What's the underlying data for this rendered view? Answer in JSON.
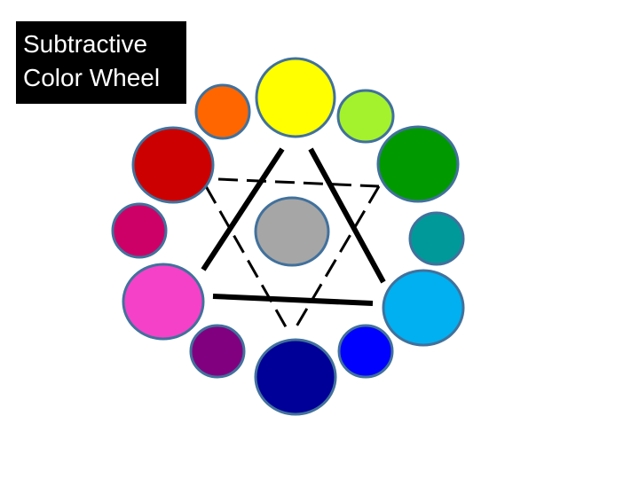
{
  "title": {
    "line1": "Subtractive",
    "line2": "Color Wheel"
  },
  "wheel": {
    "outline_color": "#41719C",
    "line_color": "#000000",
    "center_color": "#A6A6A6",
    "circles": [
      {
        "name": "yellow",
        "color": "#FFFF00",
        "size": "primary"
      },
      {
        "name": "yellow-green",
        "color": "#A4F22E",
        "size": "tertiary"
      },
      {
        "name": "green",
        "color": "#009900",
        "size": "secondary"
      },
      {
        "name": "teal",
        "color": "#009999",
        "size": "tertiary"
      },
      {
        "name": "cyan",
        "color": "#00B0F0",
        "size": "primary"
      },
      {
        "name": "blue",
        "color": "#0000FF",
        "size": "tertiary"
      },
      {
        "name": "dark-blue",
        "color": "#000099",
        "size": "secondary"
      },
      {
        "name": "purple",
        "color": "#800080",
        "size": "tertiary"
      },
      {
        "name": "magenta",
        "color": "#F541C8",
        "size": "primary"
      },
      {
        "name": "crimson",
        "color": "#CC0066",
        "size": "tertiary"
      },
      {
        "name": "red",
        "color": "#CC0000",
        "size": "secondary"
      },
      {
        "name": "orange",
        "color": "#FF6600",
        "size": "tertiary"
      }
    ]
  }
}
